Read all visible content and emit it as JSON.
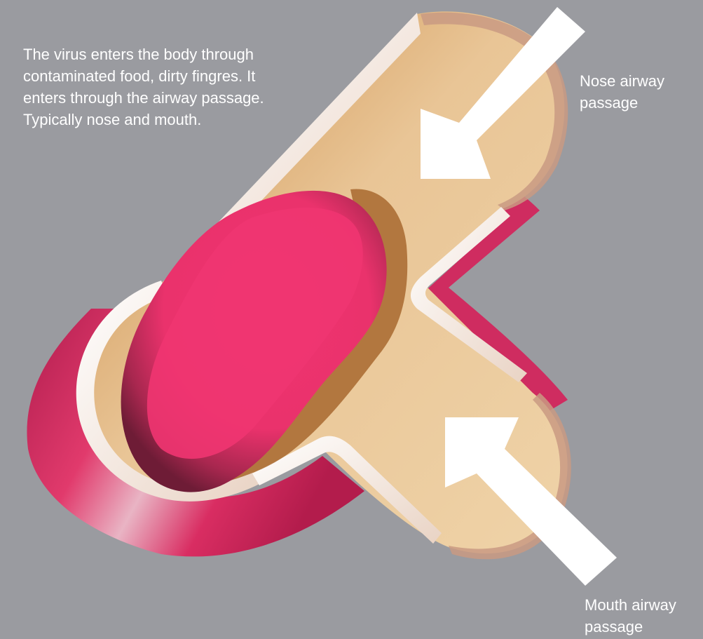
{
  "labels": {
    "description": "The virus enters the body through contaminated food, dirty fingres. It enters through the airway passage. Typically nose and mouth.",
    "nose": "Nose airway passage",
    "mouth": "Mouth airway passage"
  },
  "colors": {
    "background": "#9a9ba0",
    "tissue": "#e8c697",
    "tissue_dark": "#b07a3c",
    "mucosa": "#e8336b",
    "mucosa_dark": "#8a1f45",
    "wall": "#f6ebe2",
    "arrow": "#ffffff",
    "text": "#ffffff"
  },
  "icons": {
    "arrow_nose": "arrow-down-left",
    "arrow_mouth": "arrow-up-left"
  }
}
